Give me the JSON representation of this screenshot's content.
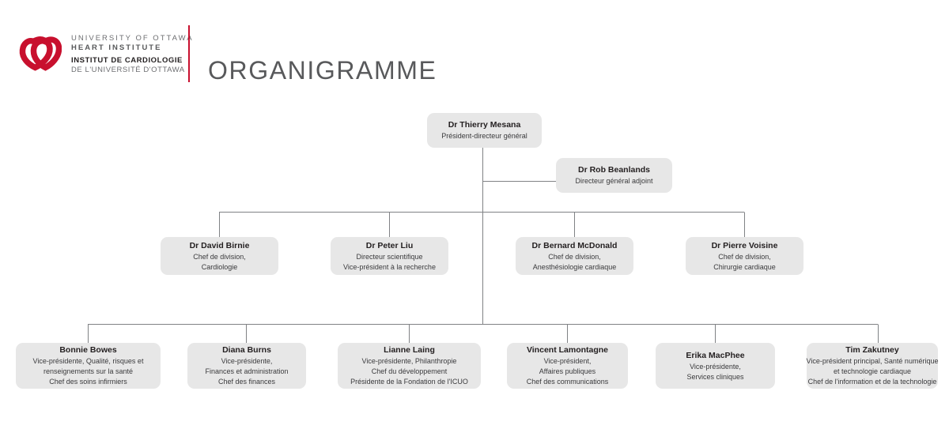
{
  "header": {
    "logo_icon": "uohi-heart-logo-icon",
    "logo_color": "#c8102e",
    "divider_color": "#c8102e",
    "wordmark": {
      "line1": "UNIVERSITY OF OTTAWA",
      "line2": "HEART INSTITUTE",
      "line3": "INSTITUT DE CARDIOLOGIE",
      "line4": "DE L'UNIVERSITÉ D'OTTAWA"
    },
    "title": "ORGANIGRAMME"
  },
  "theme": {
    "node_fill": "#e7e7e7",
    "connector_color": "#808285",
    "title_color": "#58595b",
    "text_color": "#231f20"
  },
  "chart_data": {
    "type": "org-chart",
    "title": "ORGANIGRAMME",
    "levels": 4,
    "nodes": [
      {
        "id": "mesana",
        "name": "Dr Thierry Mesana",
        "roles": [
          "Président-directeur général"
        ],
        "level": 1,
        "parent": null
      },
      {
        "id": "beanlands",
        "name": "Dr Rob Beanlands",
        "roles": [
          "Directeur général adjoint"
        ],
        "level": 2,
        "parent": "mesana"
      },
      {
        "id": "birnie",
        "name": "Dr David Birnie",
        "roles": [
          "Chef de division,",
          "Cardiologie"
        ],
        "level": 3,
        "parent": "mesana"
      },
      {
        "id": "liu",
        "name": "Dr Peter Liu",
        "roles": [
          "Directeur scientifique",
          "Vice-président à la recherche"
        ],
        "level": 3,
        "parent": "mesana"
      },
      {
        "id": "mcdonald",
        "name": "Dr Bernard McDonald",
        "roles": [
          "Chef de division,",
          "Anesthésiologie cardiaque"
        ],
        "level": 3,
        "parent": "mesana"
      },
      {
        "id": "voisine",
        "name": "Dr Pierre Voisine",
        "roles": [
          "Chef de division,",
          "Chirurgie cardiaque"
        ],
        "level": 3,
        "parent": "mesana"
      },
      {
        "id": "bowes",
        "name": "Bonnie Bowes",
        "roles": [
          "Vice-présidente, Qualité, risques et",
          "renseignements sur la santé",
          "Chef des soins infirmiers"
        ],
        "level": 4,
        "parent": "mesana"
      },
      {
        "id": "burns",
        "name": "Diana Burns",
        "roles": [
          "Vice-présidente,",
          "Finances et administration",
          "Chef des finances"
        ],
        "level": 4,
        "parent": "mesana"
      },
      {
        "id": "laing",
        "name": "Lianne Laing",
        "roles": [
          "Vice-présidente, Philanthropie",
          "Chef du développement",
          "Présidente de la Fondation de l'ICUO"
        ],
        "level": 4,
        "parent": "mesana"
      },
      {
        "id": "lamontagne",
        "name": "Vincent Lamontagne",
        "roles": [
          "Vice-président,",
          "Affaires publiques",
          "Chef des communications"
        ],
        "level": 4,
        "parent": "mesana"
      },
      {
        "id": "macphee",
        "name": "Erika MacPhee",
        "roles": [
          "Vice-présidente,",
          "Services cliniques"
        ],
        "level": 4,
        "parent": "mesana"
      },
      {
        "id": "zakutney",
        "name": "Tim Zakutney",
        "roles": [
          "Vice-président principal, Santé numérique",
          "et technologie cardiaque",
          "Chef de l'information et de la technologie"
        ],
        "level": 4,
        "parent": "mesana"
      }
    ]
  }
}
